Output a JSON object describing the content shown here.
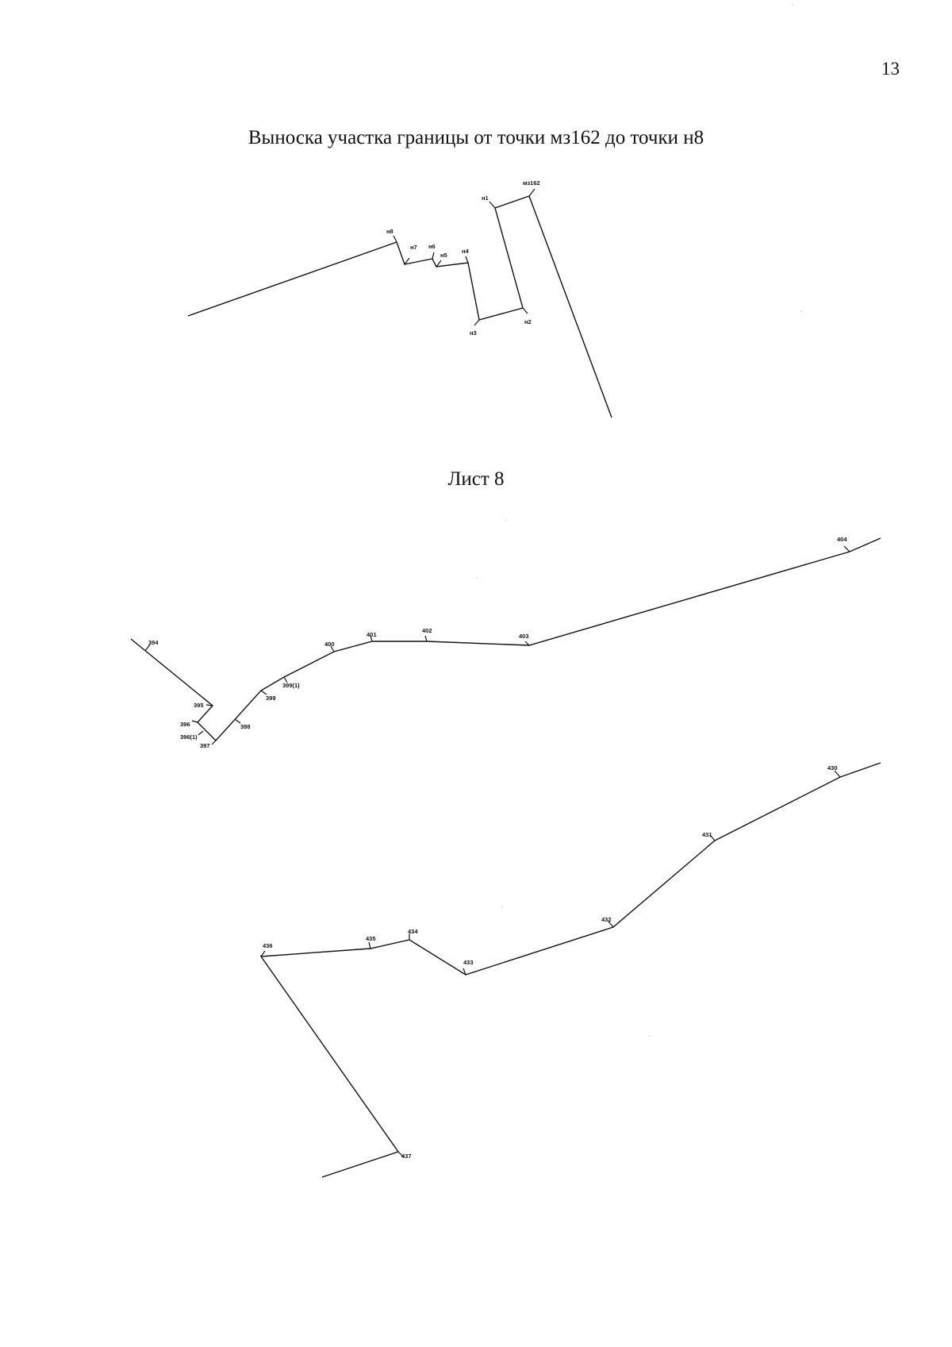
{
  "page": {
    "number": "13"
  },
  "inset": {
    "title": "Выноска участка границы от точки мз162 до точки н8",
    "points": [
      "мз162",
      "н1",
      "н2",
      "н3",
      "н4",
      "н5",
      "н6",
      "н7",
      "н8"
    ]
  },
  "sheet": {
    "title": "Лист 8",
    "upper_boundary_points": [
      "394",
      "395",
      "396",
      "396(1)",
      "397",
      "398",
      "399",
      "399(1)",
      "400",
      "401",
      "402",
      "403",
      "404"
    ],
    "lower_boundary_points": [
      "430",
      "431",
      "432",
      "433",
      "434",
      "435",
      "436",
      "437"
    ]
  }
}
